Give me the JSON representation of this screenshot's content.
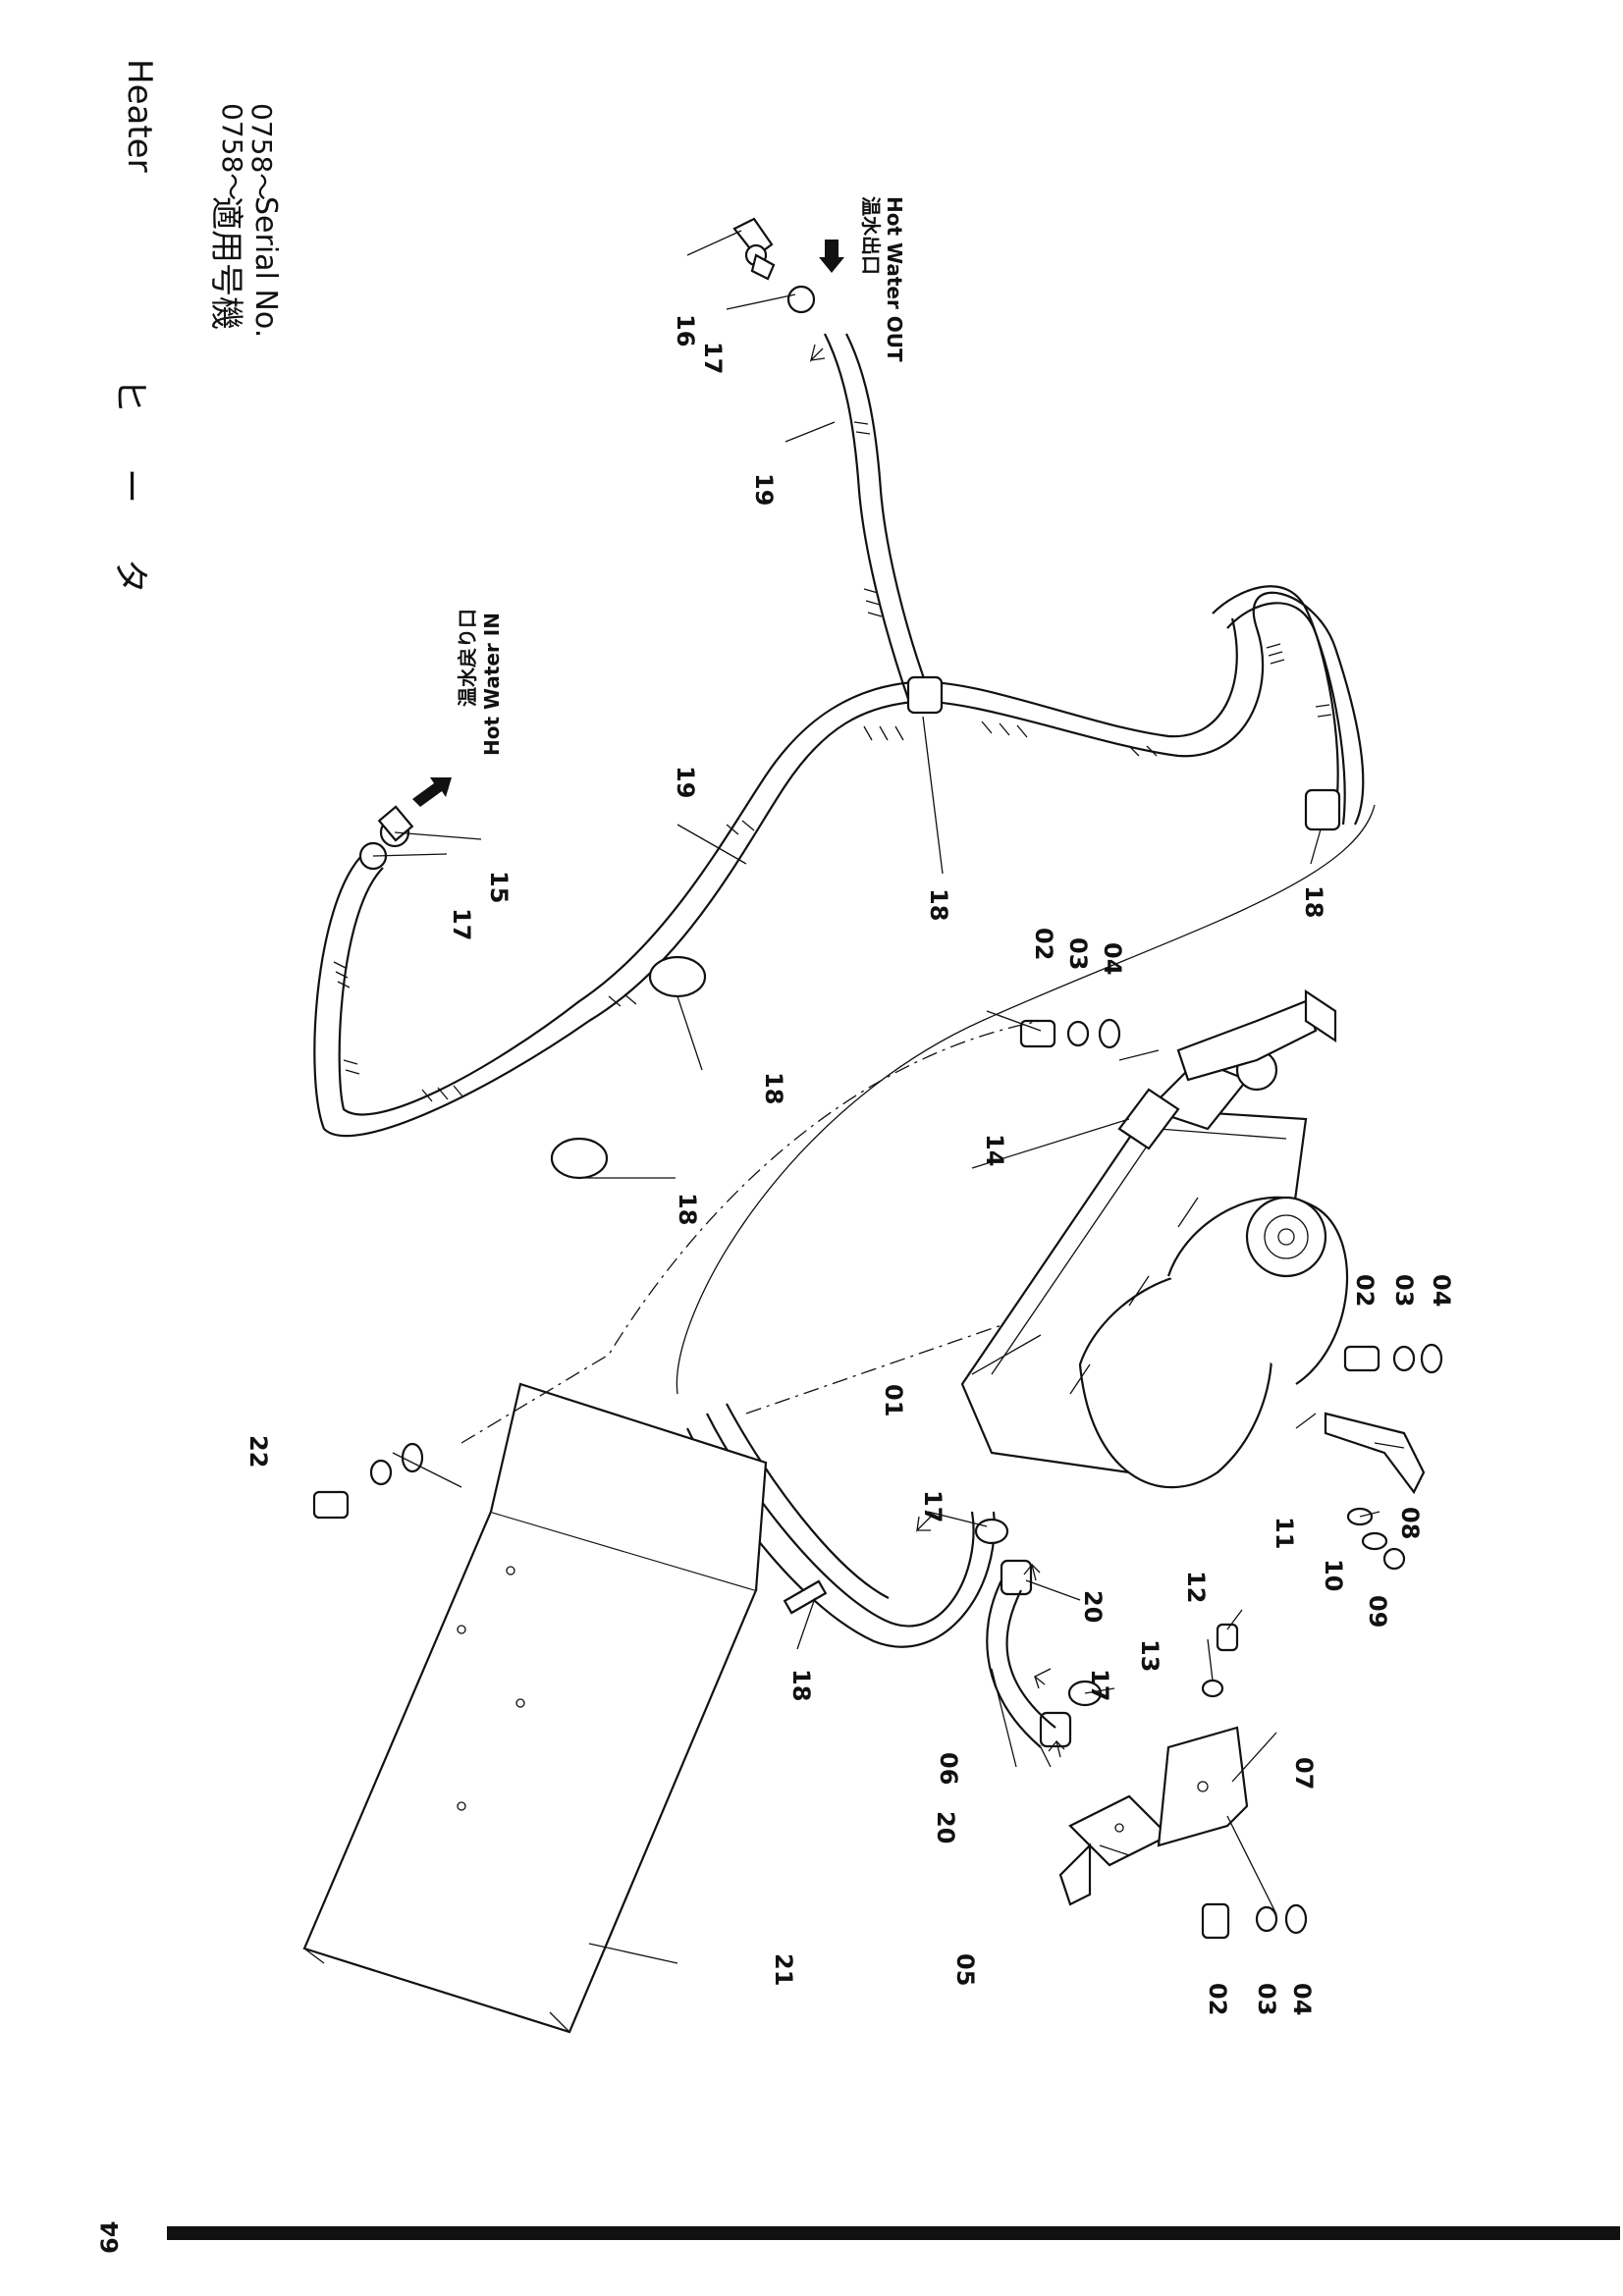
{
  "header": {
    "title_ja": "ヒ　ー　タ",
    "title_en": "Heater",
    "serial_label_ja": "適用号機",
    "serial_label_en": "Serial No.",
    "serial_value_ja": "0758～",
    "serial_value_en": "0758～"
  },
  "page_number": "64",
  "flow_labels": {
    "water_in_ja": "温水戻り口",
    "water_in_en": "Hot Water IN",
    "water_out_ja": "温水出口",
    "water_out_en": "Hot Water OUT"
  },
  "part_labels": {
    "p01": "01",
    "p02a": "02",
    "p02b": "02",
    "p02c": "02",
    "p03a": "03",
    "p03b": "03",
    "p03c": "03",
    "p04a": "04",
    "p04b": "04",
    "p04c": "04",
    "p05": "05",
    "p06": "06",
    "p07": "07",
    "p08": "08",
    "p09": "09",
    "p10": "10",
    "p11": "11",
    "p12": "12",
    "p13": "13",
    "p14": "14",
    "p15": "15",
    "p16": "16",
    "p17a": "17",
    "p17b": "17",
    "p17c": "17",
    "p17d": "17",
    "p18a": "18",
    "p18b": "18",
    "p18c": "18",
    "p18d": "18",
    "p18e": "18",
    "p19a": "19",
    "p19b": "19",
    "p20a": "20",
    "p20b": "20",
    "p21": "21",
    "p22": "22"
  }
}
